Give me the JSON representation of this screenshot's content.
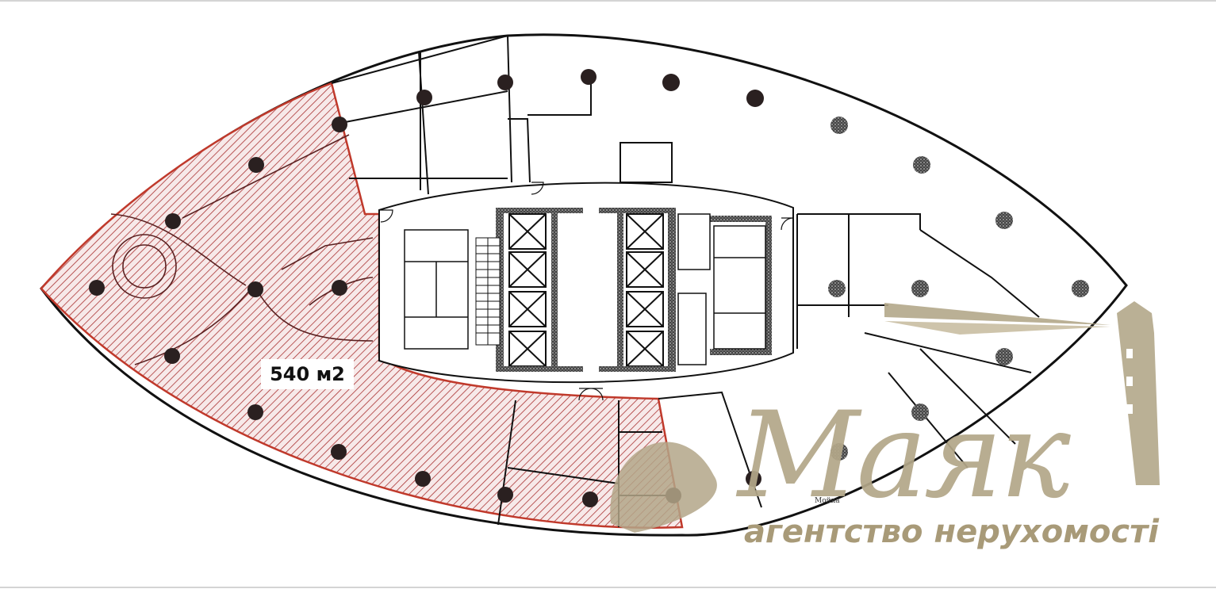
{
  "plan": {
    "highlighted_area_label": "540 м2",
    "highlight_color": "#c0392b",
    "hatch_color": "#9e2a2a",
    "column_color": "#222222",
    "line_color": "#111111",
    "small_labels": [
      "Мойка"
    ]
  },
  "watermark": {
    "brand": "Маяк",
    "tagline": "агентство нерухомості",
    "color": "#b3a789",
    "icon": "lighthouse-icon"
  }
}
